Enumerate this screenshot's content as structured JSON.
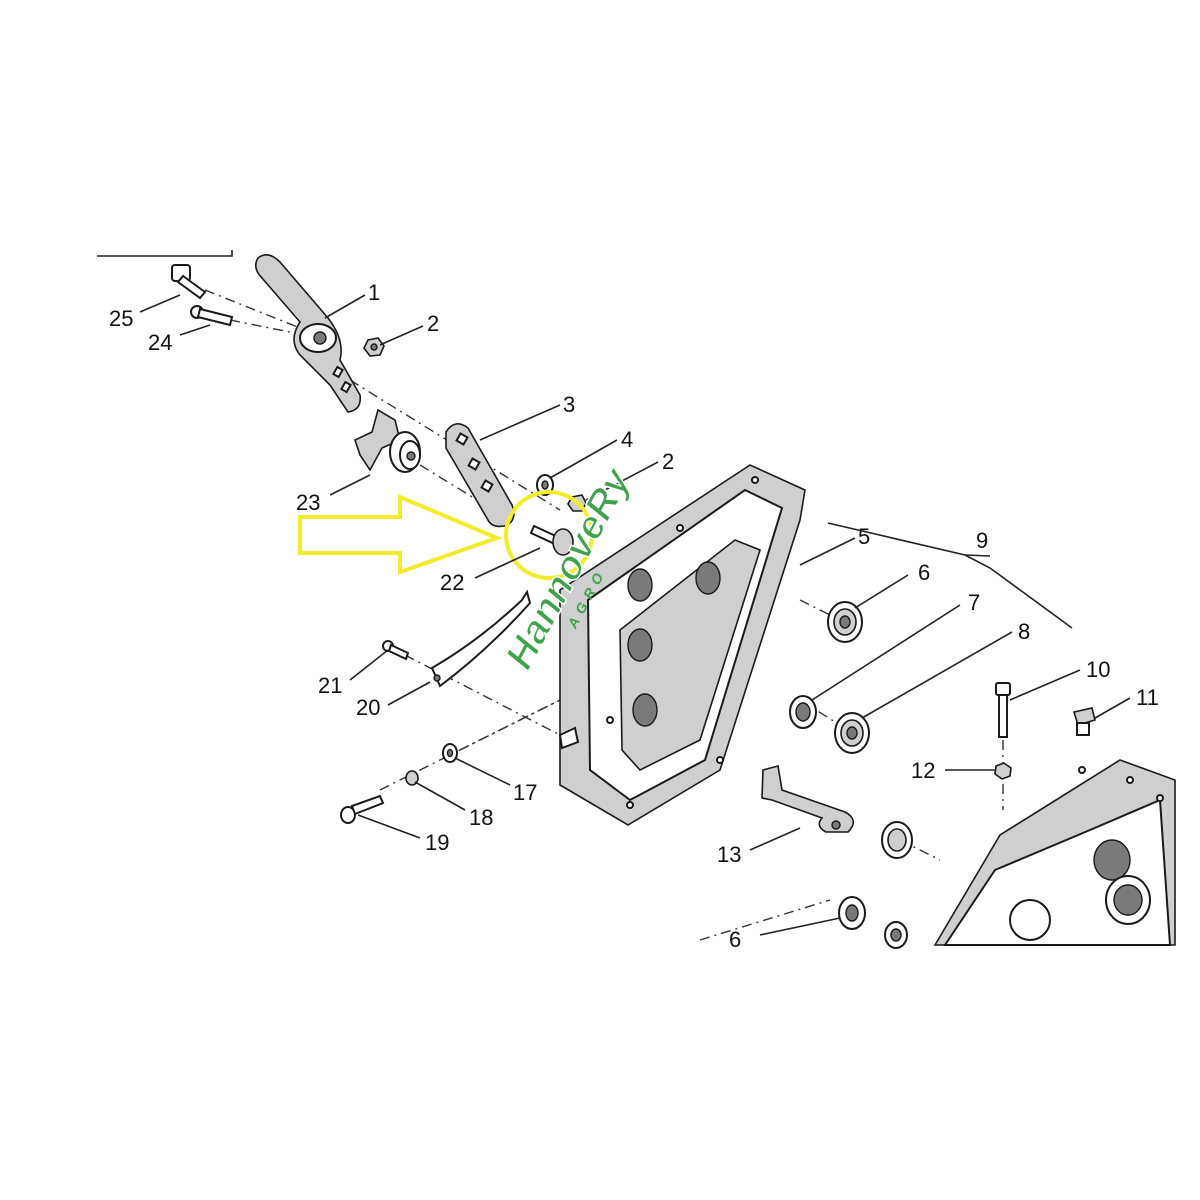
{
  "diagram": {
    "callouts": [
      {
        "id": "c25",
        "text": "25"
      },
      {
        "id": "c24",
        "text": "24"
      },
      {
        "id": "c1",
        "text": "1"
      },
      {
        "id": "c2a",
        "text": "2"
      },
      {
        "id": "c3",
        "text": "3"
      },
      {
        "id": "c4",
        "text": "4"
      },
      {
        "id": "c2b",
        "text": "2"
      },
      {
        "id": "c23",
        "text": "23"
      },
      {
        "id": "c22",
        "text": "22"
      },
      {
        "id": "c5",
        "text": "5"
      },
      {
        "id": "c9",
        "text": "9"
      },
      {
        "id": "c6a",
        "text": "6"
      },
      {
        "id": "c7",
        "text": "7"
      },
      {
        "id": "c8",
        "text": "8"
      },
      {
        "id": "c10",
        "text": "10"
      },
      {
        "id": "c11",
        "text": "11"
      },
      {
        "id": "c12",
        "text": "12"
      },
      {
        "id": "c21",
        "text": "21"
      },
      {
        "id": "c20",
        "text": "20"
      },
      {
        "id": "c17",
        "text": "17"
      },
      {
        "id": "c18",
        "text": "18"
      },
      {
        "id": "c19",
        "text": "19"
      },
      {
        "id": "c13",
        "text": "13"
      },
      {
        "id": "c6b",
        "text": "6"
      }
    ],
    "highlight": {
      "target_part": "22",
      "arrow_color": "#f2ec2b",
      "circle_color": "#f2ec2b"
    },
    "watermark": {
      "brand": "HannoveRy",
      "sub": "AGRO",
      "color": "#3fa34d"
    }
  }
}
